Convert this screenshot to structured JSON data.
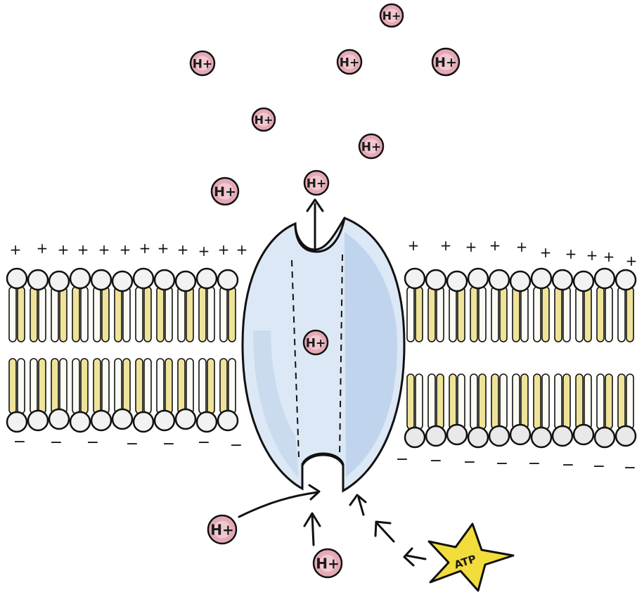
{
  "diagram": {
    "proton_label": "H+",
    "atp_label": "ATP",
    "outside_charge": "+",
    "inside_charge": "−",
    "proton_count_outside": 8,
    "proton_count_in_channel": 1,
    "proton_count_inside": 2
  },
  "colors": {
    "proton_fill": "#e4a9b4",
    "proton_core": "#f3d0d7",
    "lipid_head": "#f2f2f2",
    "lipid_tail": "#efe39a",
    "pump_body": "#dce8f5",
    "pump_shade": "#a9c4e6",
    "atp_star": "#f2dd3c",
    "ink": "#111111"
  }
}
